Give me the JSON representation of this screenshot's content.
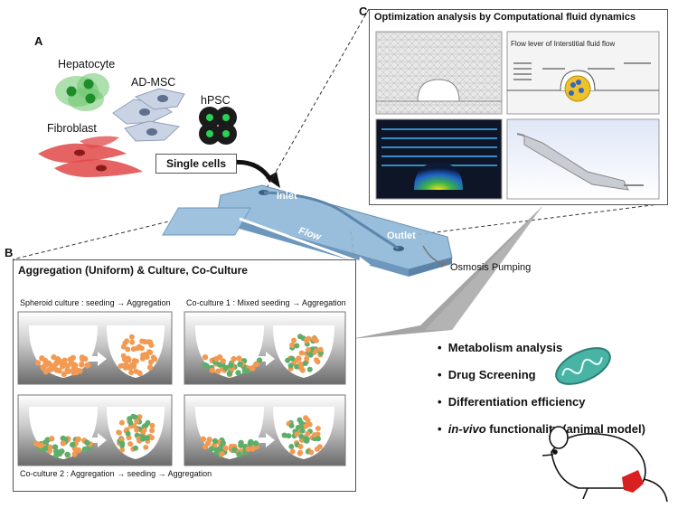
{
  "panel_labels": {
    "a": "A",
    "b": "B",
    "c": "C"
  },
  "cells": {
    "hepatocyte": "Hepatocyte",
    "ad_msc": "AD-MSC",
    "hpsc": "hPSC",
    "fibroblast": "Fibroblast",
    "single_cells": "Single cells"
  },
  "chip": {
    "inlet": "Inlet",
    "outlet": "Outlet",
    "flow": "Flow",
    "osmosis": "Osmosis Pumping"
  },
  "panel_b": {
    "title": "Aggregation (Uniform) & Culture, Co-Culture",
    "spheroid_caption": "Spheroid culture : seeding → Aggregation",
    "coculture1_caption": "Co-culture 1 : Mixed seeding → Aggregation",
    "coculture2_caption": "Co-culture 2 : Aggregation → seeding → Aggregation"
  },
  "panel_c": {
    "title": "Optimization analysis by Computational fluid dynamics",
    "flow_lever": "Flow lever of Interstitial fluid flow"
  },
  "applications": {
    "item1": "Metabolism analysis",
    "item2": "Drug Screening",
    "item3": "Differentiation efficiency",
    "item4_italic": "in-vivo",
    "item4_rest": " functionality (animal model)"
  },
  "colors": {
    "hepatocyte": "#6cc46c",
    "ad_msc": "#c9d3e3",
    "hpsc": "#1b1b1b",
    "fibroblast": "#e04848",
    "chip": "#8fb7d8",
    "orange_cell": "#f29a52",
    "green_cell": "#5dae6a",
    "mitochondria": "#49b3a6",
    "mouse_leg": "#d92020"
  }
}
